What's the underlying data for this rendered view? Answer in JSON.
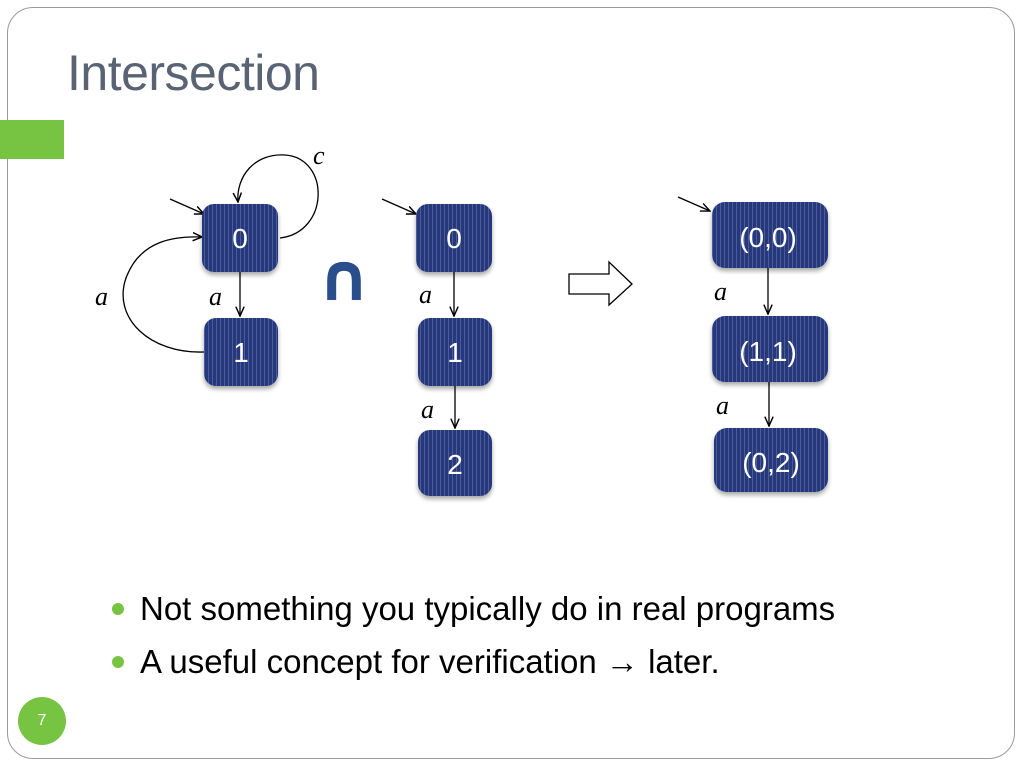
{
  "slide": {
    "title": "Intersection",
    "page_number": "7"
  },
  "diagram": {
    "intersection_symbol": "∩",
    "left_automaton": {
      "states": [
        "0",
        "1"
      ],
      "edges": [
        {
          "from": "0",
          "to": "0",
          "label": "c"
        },
        {
          "from": "0",
          "to": "1",
          "label": "a"
        },
        {
          "from": "1",
          "to": "0",
          "label": "a"
        }
      ]
    },
    "middle_automaton": {
      "states": [
        "0",
        "1",
        "2"
      ],
      "edges": [
        {
          "from": "0",
          "to": "1",
          "label": "a"
        },
        {
          "from": "1",
          "to": "2",
          "label": "a"
        }
      ]
    },
    "result_automaton": {
      "states": [
        "(0,0)",
        "(1,1)",
        "(0,2)"
      ],
      "edges": [
        {
          "from": "(0,0)",
          "to": "(1,1)",
          "label": "a"
        },
        {
          "from": "(1,1)",
          "to": "(0,2)",
          "label": "a"
        }
      ]
    },
    "colors": {
      "state_fill": "#27397a",
      "accent_green": "#77c442"
    }
  },
  "bullets": [
    {
      "text": "Not something you typically do in real programs"
    },
    {
      "text": "A useful concept for verification → later."
    }
  ]
}
